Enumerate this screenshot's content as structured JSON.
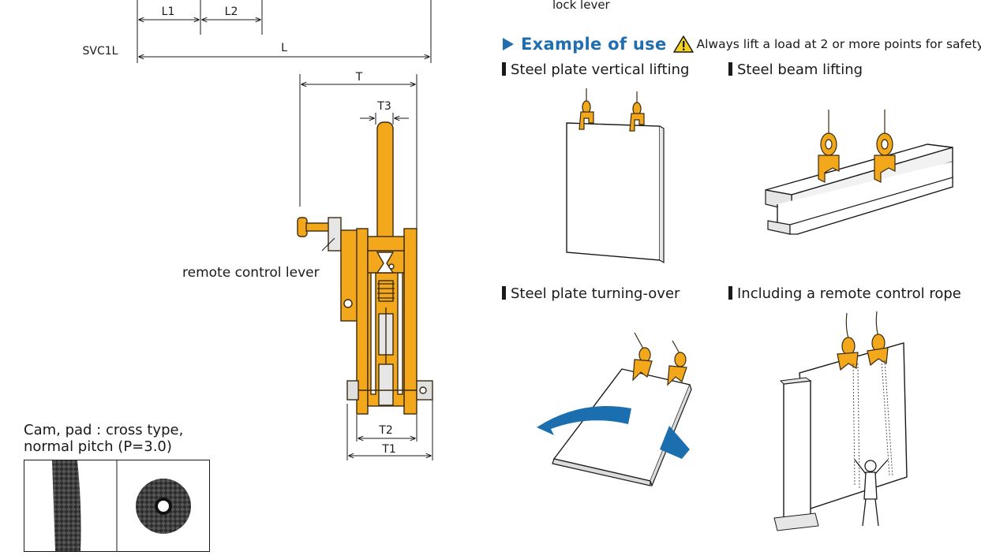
{
  "dimensions": {
    "model": "SVC1L",
    "L": "L",
    "L1": "L1",
    "L2": "L2",
    "T": "T",
    "T1": "T1",
    "T2": "T2",
    "T3": "T3"
  },
  "labels": {
    "lock_lever": "lock lever",
    "remote_control_lever": "remote control lever"
  },
  "cam_pad": {
    "line1": "Cam, pad : cross type,",
    "line2": "normal pitch (P=3.0)"
  },
  "example": {
    "title": "Example of use",
    "warning": "Always lift a load at 2 or more points for safety.",
    "items": [
      "Steel plate vertical lifting",
      "Steel beam lifting",
      "Steel plate turning-over",
      "Including a remote control rope"
    ]
  },
  "colors": {
    "clamp_orange": "#f3a81b",
    "accent_blue": "#1f6fb0",
    "arrow_blue": "#1c6fae",
    "warning_yellow": "#f6d21c"
  }
}
